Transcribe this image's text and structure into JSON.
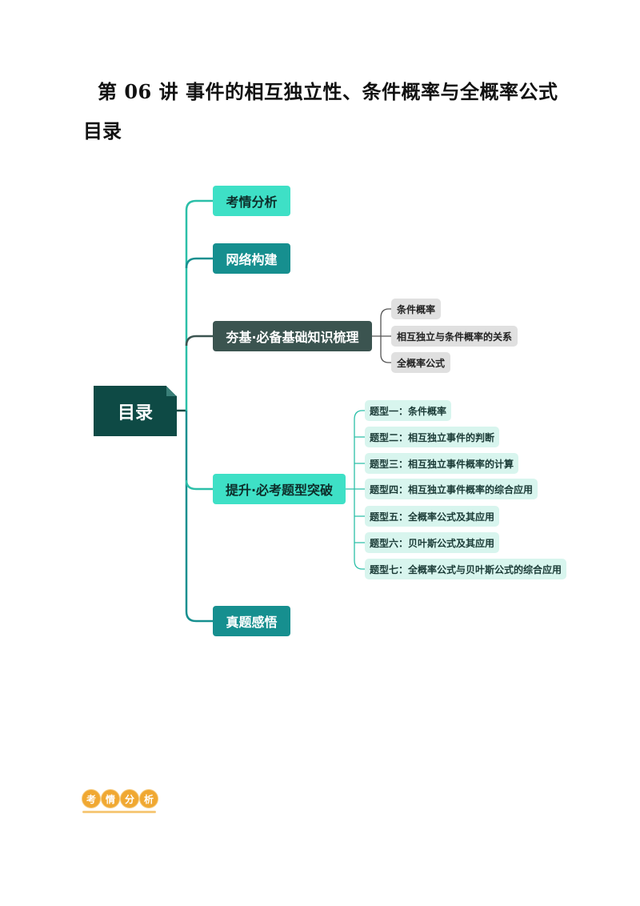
{
  "doc": {
    "title": "第 06 讲  事件的相互独立性、条件概率与全概率公式",
    "toc_heading": "目录"
  },
  "mindmap": {
    "root": "目录",
    "branches": [
      {
        "label": "考情分析"
      },
      {
        "label": "网络构建"
      },
      {
        "label": "夯基·必备基础知识梳理",
        "children": [
          "条件概率",
          "相互独立与条件概率的关系",
          "全概率公式"
        ]
      },
      {
        "label": "提升·必考题型突破",
        "children": [
          "题型一：条件概率",
          "题型二：相互独立事件的判断",
          "题型三：相互独立事件概率的计算",
          "题型四：相互独立事件概率的综合应用",
          "题型五：全概率公式及其应用",
          "题型六：贝叶斯公式及其应用",
          "题型七：全概率公式与贝叶斯公式的综合应用"
        ]
      },
      {
        "label": "真题感悟"
      }
    ]
  },
  "footer": {
    "chars": [
      "考",
      "情",
      "分",
      "析"
    ]
  },
  "colors": {
    "root_bg": "#0e4a45",
    "teal_light": "#3ee0c6",
    "teal_dark": "#168f8f",
    "gray_dark": "#3b5450",
    "connector_teal": "#2bbfa8",
    "connector_dark": "#0e4a45",
    "footer_orange": "#f0a832"
  }
}
